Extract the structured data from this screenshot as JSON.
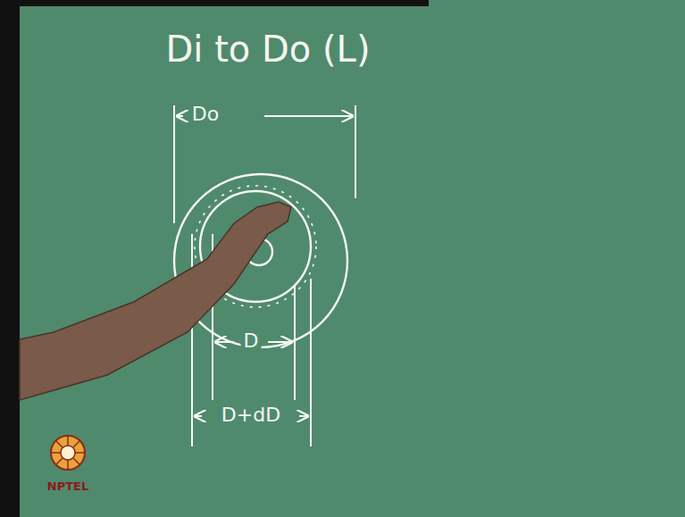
{
  "diagram": {
    "labels": [
      "Di to Do (L)",
      "Do",
      "D",
      "D+dD",
      "NPTEL"
    ]
  }
}
